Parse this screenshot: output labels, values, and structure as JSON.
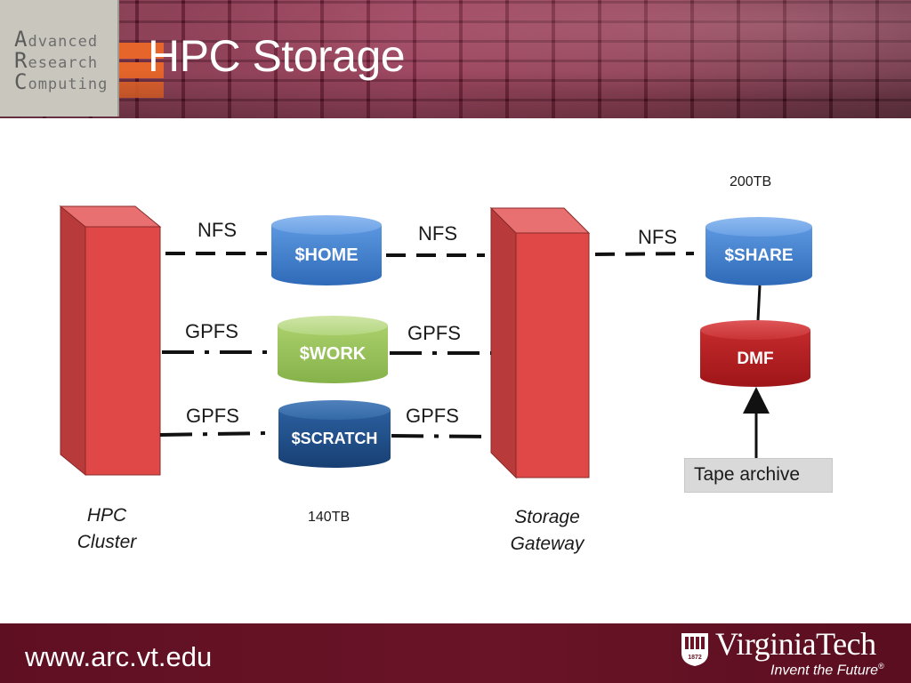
{
  "header": {
    "title": "HPC Storage",
    "logo_lines": [
      {
        "initial": "A",
        "rest": "dvanced"
      },
      {
        "initial": "R",
        "rest": "esearch"
      },
      {
        "initial": "C",
        "rest": "omputing"
      }
    ]
  },
  "diagram": {
    "nodes": {
      "hpc_cluster": {
        "label_line1": "HPC",
        "label_line2": "Cluster",
        "color": "#e04848"
      },
      "storage_gateway": {
        "label_line1": "Storage",
        "label_line2": "Gateway",
        "color": "#e04848"
      },
      "home": {
        "label": "$HOME",
        "color": "#3f7fd0"
      },
      "work": {
        "label": "$WORK",
        "color": "#9bc45a"
      },
      "scratch": {
        "label": "$SCRATCH",
        "color": "#1f4f8a"
      },
      "share": {
        "label": "$SHARE",
        "color": "#3f7fd0"
      },
      "dmf": {
        "label": "DMF",
        "color": "#b81f22"
      },
      "tape_archive": {
        "label": "Tape archive"
      }
    },
    "connection_labels": {
      "cluster_home": "NFS",
      "home_gateway": "NFS",
      "gateway_share": "NFS",
      "cluster_work": "GPFS",
      "work_gateway": "GPFS",
      "cluster_scratch": "GPFS",
      "scratch_gateway": "GPFS"
    },
    "capacities": {
      "share": "200TB",
      "work_scratch": "140TB"
    }
  },
  "footer": {
    "url": "www.arc.vt.edu",
    "brand_name": "VirginiaTech",
    "brand_tagline": "Invent the Future",
    "seal_year": "1872"
  },
  "colors": {
    "banner_maroon": "#7a2038",
    "footer_maroon": "#631226",
    "accent_orange": "#e5652a"
  }
}
